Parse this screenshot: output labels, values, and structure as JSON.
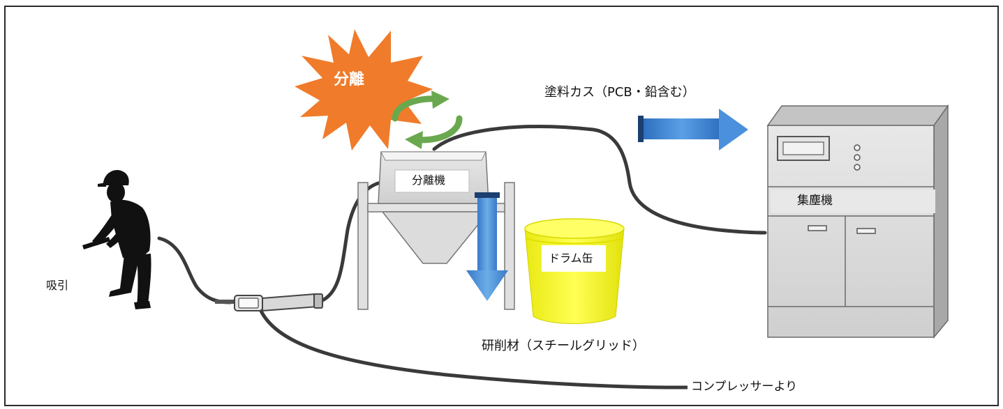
{
  "labels": {
    "separation_burst": "分離",
    "separator": "分離機",
    "drum": "ドラム缶",
    "dust_collector": "集塵機",
    "suction": "吸引",
    "paint_waste": "塗料カス（PCB・鉛含む）",
    "abrasive": "研削材（スチールグリッド）",
    "compressor": "コンプレッサーより"
  },
  "colors": {
    "burst": "#f07b2a",
    "cycle_arrows": "#6aa84f",
    "flow_arrow": "#3d7fd0",
    "drum": "#f3f31a",
    "machine_body": "#d9d9d9",
    "hose": "#3a3a3a",
    "worker": "#111111"
  },
  "icons": {
    "worker": "worker-silhouette-icon",
    "cycle": "recycle-arrows-icon"
  }
}
